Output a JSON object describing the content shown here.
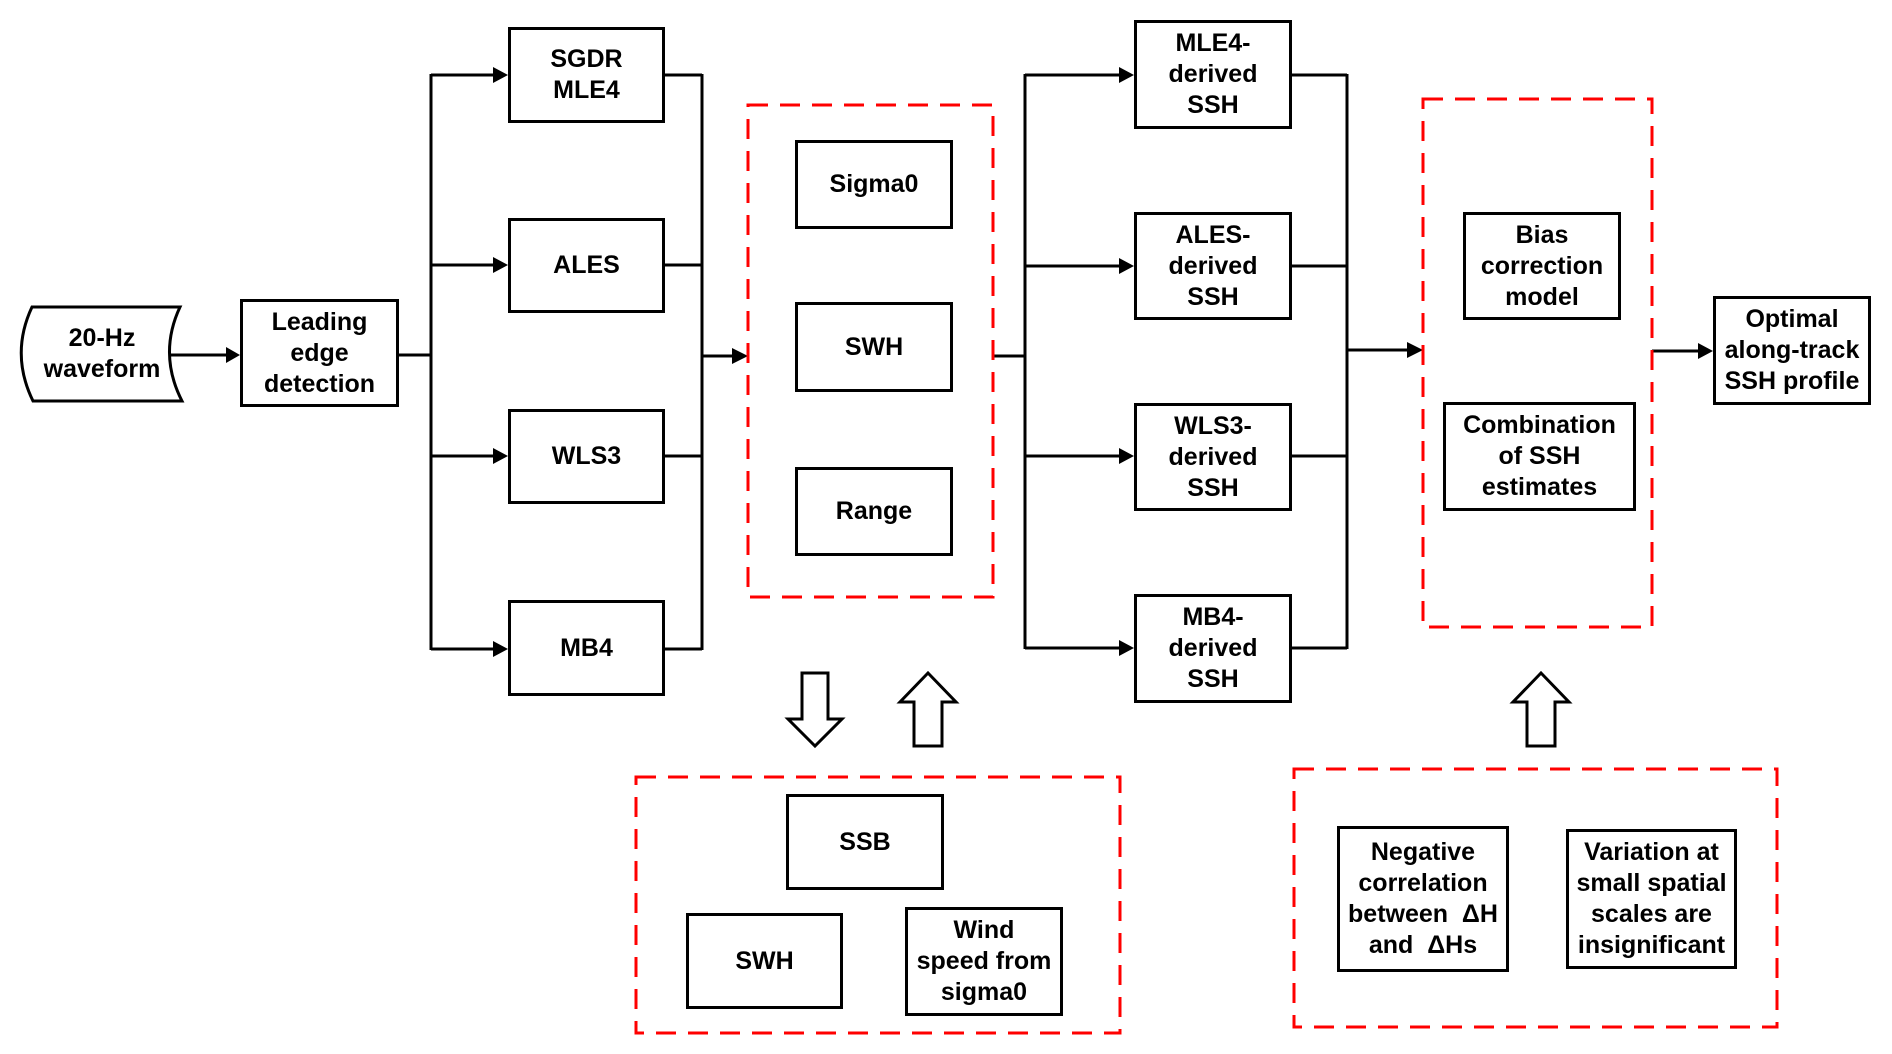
{
  "diagram": {
    "input": {
      "lines": [
        "20-Hz",
        "waveform"
      ]
    },
    "leading_edge": {
      "lines": [
        "Leading",
        "edge",
        "detection"
      ]
    },
    "retrackers": [
      {
        "lines": [
          "SGDR",
          "MLE4"
        ]
      },
      {
        "lines": [
          "ALES"
        ]
      },
      {
        "lines": [
          "WLS3"
        ]
      },
      {
        "lines": [
          "MB4"
        ]
      }
    ],
    "parameters_group": [
      {
        "lines": [
          "Sigma0"
        ]
      },
      {
        "lines": [
          "SWH"
        ]
      },
      {
        "lines": [
          "Range"
        ]
      }
    ],
    "ssb_group": {
      "ssb": {
        "lines": [
          "SSB"
        ]
      },
      "swh": {
        "lines": [
          "SWH"
        ]
      },
      "wind": {
        "lines": [
          "Wind",
          "speed from",
          "sigma0"
        ]
      }
    },
    "derived_ssh": [
      {
        "lines": [
          "MLE4-",
          "derived",
          "SSH"
        ]
      },
      {
        "lines": [
          "ALES-",
          "derived",
          "SSH"
        ]
      },
      {
        "lines": [
          "WLS3-",
          "derived",
          "SSH"
        ]
      },
      {
        "lines": [
          "MB4-",
          "derived",
          "SSH"
        ]
      }
    ],
    "combination_group": [
      {
        "lines": [
          "Bias",
          "correction",
          "model"
        ]
      },
      {
        "lines": [
          "Combination",
          "of SSH",
          "estimates"
        ]
      }
    ],
    "assumptions_group": [
      {
        "lines": [
          "Negative",
          "correlation",
          "between  ΔH",
          "and  ΔHs"
        ]
      },
      {
        "lines": [
          "Variation at",
          "small spatial",
          "scales are",
          "insignificant"
        ]
      }
    ],
    "output": {
      "lines": [
        "Optimal",
        "along-track",
        "SSH profile"
      ]
    }
  },
  "colors": {
    "stroke": "#000000",
    "dashed_group": "#ff0000",
    "background": "#ffffff"
  }
}
